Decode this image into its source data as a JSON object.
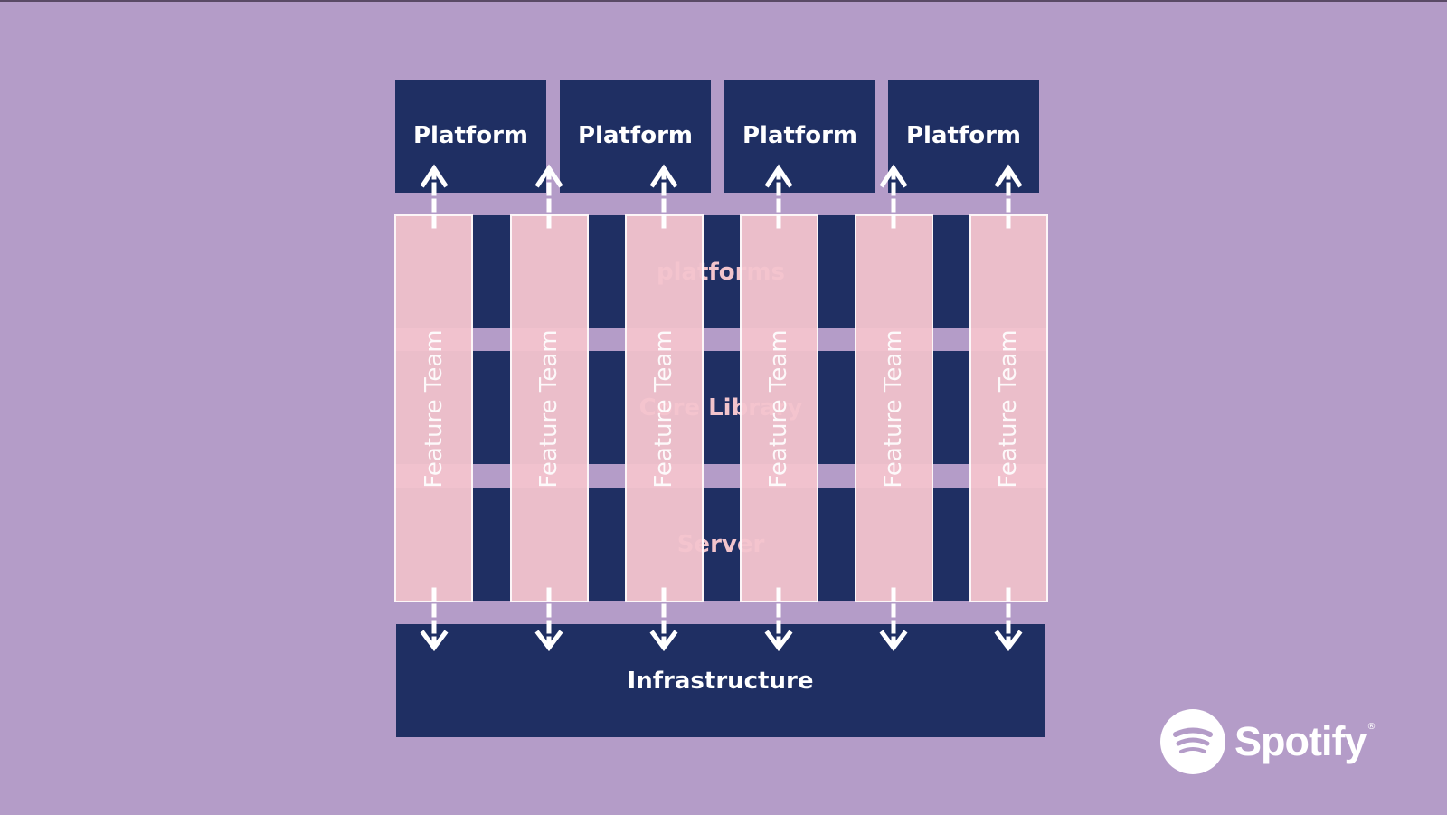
{
  "platforms": [
    "Platform",
    "Platform",
    "Platform",
    "Platform"
  ],
  "layers": [
    "platforms",
    "Core Library",
    "Server"
  ],
  "infrastructure": "Infrastructure",
  "feature_teams": [
    "Feature Team",
    "Feature Team",
    "Feature Team",
    "Feature Team",
    "Feature Team",
    "Feature Team"
  ],
  "logo": {
    "word": "Spotify",
    "registered": "®"
  },
  "colors": {
    "background": "#B49CC8",
    "navy": "#1F2F63",
    "team_pink": "#F4C4CE",
    "white": "#FFFFFF"
  }
}
